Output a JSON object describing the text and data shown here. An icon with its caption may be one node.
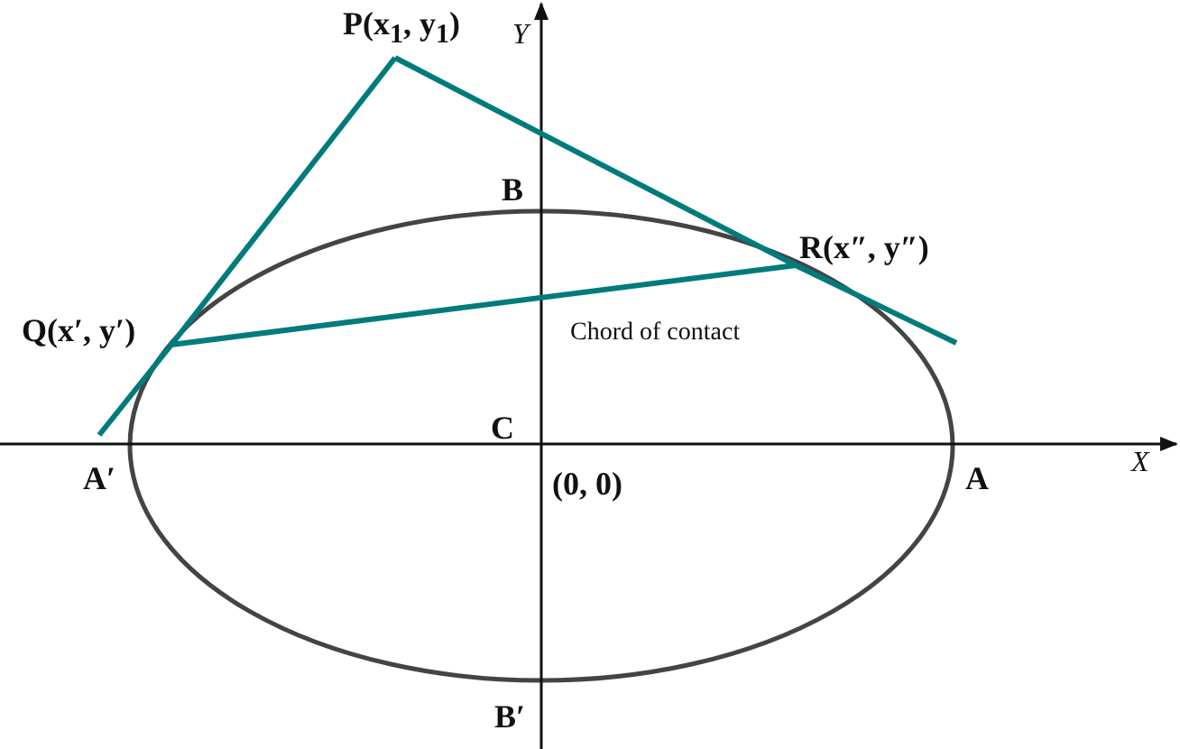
{
  "diagram": {
    "nodes": [
      {
        "text": [
          "P(x$_{1}$, y$_{1}$)"
        ]
      },
      {
        "text": [
          "Q(x′, y′)"
        ]
      },
      {
        "text": [
          "R(x″, y″)"
        ]
      }
    ],
    "edges": [
      {
        "from": 0,
        "to": 1,
        "arrow": "none",
        "color": "#007b7b"
      },
      {
        "from": 0,
        "to": 2,
        "arrow": "none",
        "color": "#007b7b"
      },
      {
        "from": 1,
        "to": 2,
        "arrow": "none",
        "color": "#007b7b"
      }
    ],
    "labels": [
      "Y",
      "B",
      "Chord of contact",
      "C",
      "X",
      "A′",
      "(0, 0)",
      "A",
      "B′"
    ]
  }
}
